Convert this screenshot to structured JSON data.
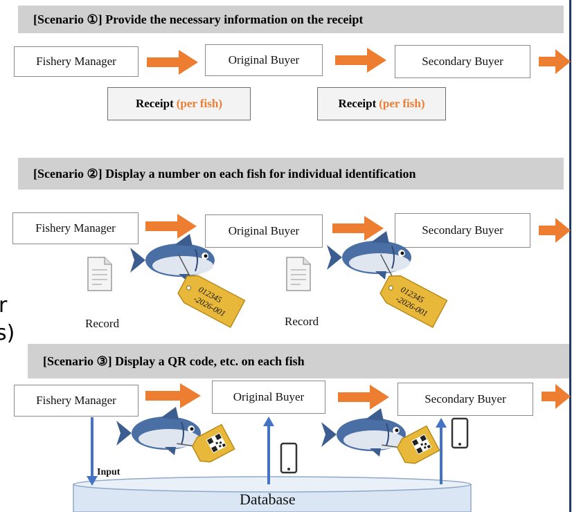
{
  "scenario1": {
    "title": "[Scenario ①] Provide the necessary information on the receipt",
    "boxes": [
      "Fishery Manager",
      "Original  Buyer",
      "Secondary Buyer"
    ],
    "receipt_label": "Receipt",
    "receipt_qualifier": "(per fish)"
  },
  "scenario2": {
    "title": "[Scenario ②] Display a number on each fish for individual identification",
    "boxes": [
      "Fishery Manager",
      "Original  Buyer",
      "Secondary Buyer"
    ],
    "record_label": "Record",
    "tag_line1": "012345",
    "tag_line2": "-2026-001"
  },
  "scenario3": {
    "title": "[Scenario ③] Display a QR code, etc. on each fish",
    "boxes": [
      "Fishery Manager",
      "Original  Buyer",
      "Secondary Buyer"
    ],
    "input_label": "Input",
    "database_label": "Database"
  },
  "side_text": {
    "line1": "r",
    "line2": "s)"
  },
  "colors": {
    "arrow": "#ed7d31",
    "data_arrow": "#4472c4",
    "tag": "#e8b83a",
    "banner": "#d0d0d0"
  }
}
